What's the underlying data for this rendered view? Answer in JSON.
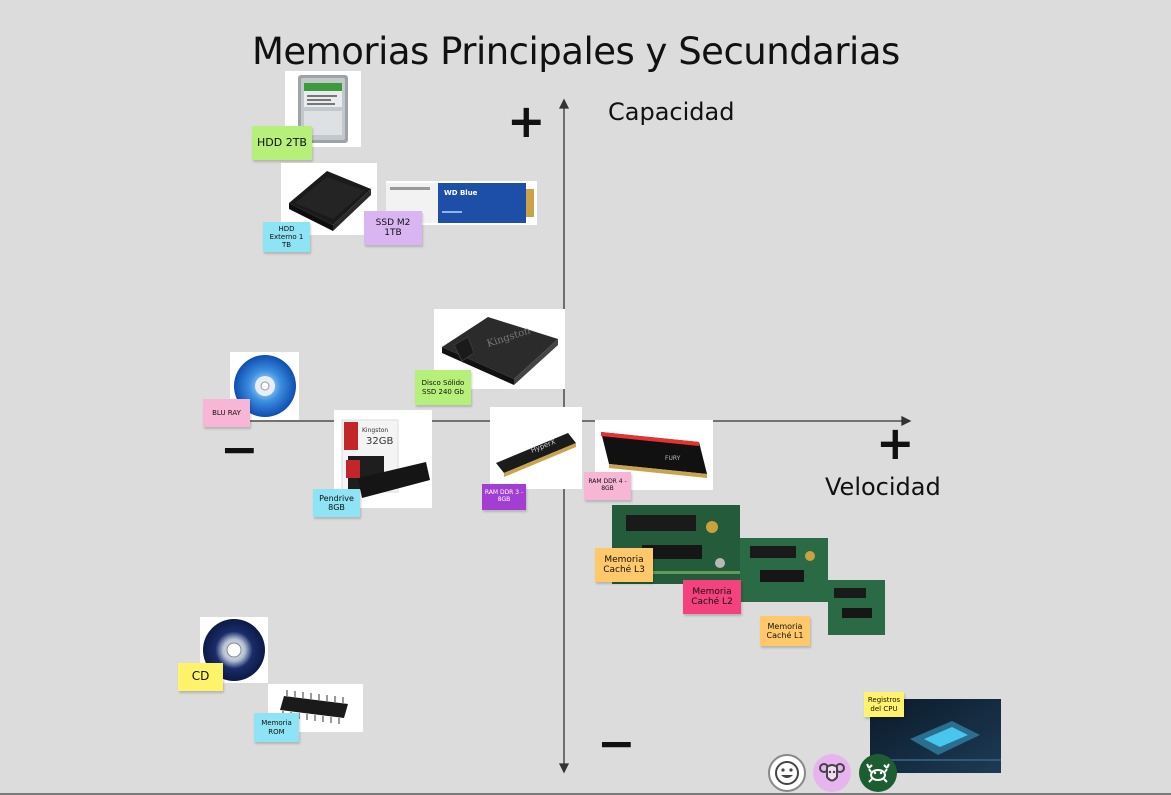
{
  "title": "Memorias Principales y Secundarias",
  "axes": {
    "y_label": "Capacidad",
    "x_label": "Velocidad",
    "y_plus": "+",
    "x_plus": "+",
    "x_minus": "−",
    "y_minus": "−"
  },
  "notes": {
    "hdd_2tb": {
      "label": "HDD 2TB",
      "color": "#b6ef7a"
    },
    "hdd_externo": {
      "label": "HDD Externo 1 TB",
      "color": "#8ee3f5"
    },
    "ssd_m2": {
      "label": "SSD M2 1TB",
      "color": "#d9b5f2"
    },
    "disco_solido": {
      "label": "Disco Sólido SSD 240 Gb",
      "color": "#b6ef7a"
    },
    "blu_ray": {
      "label": "BLU RAY",
      "color": "#f7b6d6"
    },
    "pendrive": {
      "label": "Pendrive 8GB",
      "color": "#8ee3f5"
    },
    "ram_ddr3": {
      "label": "RAM DDR 3 - 8GB",
      "color": "#a23fd2"
    },
    "ram_ddr4": {
      "label": "RAM DDR 4 - 8GB",
      "color": "#f7b6d6"
    },
    "cache_l3": {
      "label": "Memoria Caché L3",
      "color": "#ffc96b"
    },
    "cache_l2": {
      "label": "Memoria Caché L2",
      "color": "#f5417e"
    },
    "cache_l1": {
      "label": "Memoria Caché L1",
      "color": "#ffc96b"
    },
    "cd": {
      "label": "CD",
      "color": "#fff36b"
    },
    "rom": {
      "label": "Memoria ROM",
      "color": "#8ee3f5"
    },
    "registros": {
      "label": "Registros del CPU",
      "color": "#fff36b"
    }
  },
  "images": {
    "ssd_m2_brand": "WD Blue",
    "disco_solido_brand": "Kingston",
    "pendrive_brand": "Kingston",
    "pendrive_capacity": "32GB",
    "ram_brand": "HyperX",
    "ram_model": "FURY"
  },
  "collaborators": [
    {
      "icon": "smiley-icon",
      "bg": "#ffffff"
    },
    {
      "icon": "ram-icon",
      "bg": "#e8b4ef"
    },
    {
      "icon": "crab-icon",
      "bg": "#1c5e32"
    }
  ]
}
